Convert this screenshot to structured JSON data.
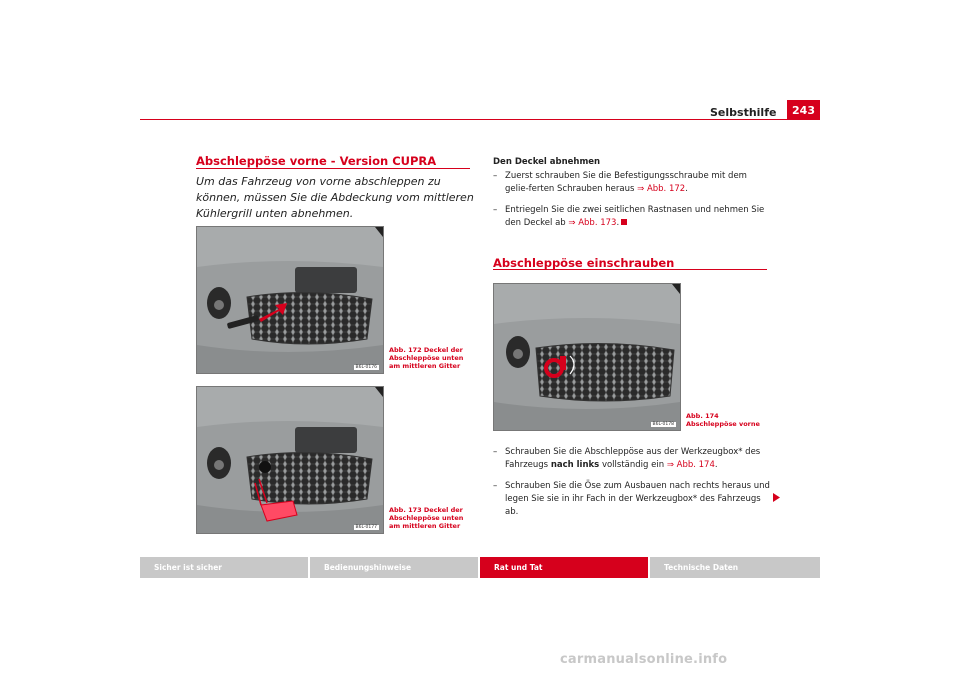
{
  "header": {
    "title": "Selbsthilfe",
    "page_number": "243"
  },
  "section1": {
    "heading": "Abschleppöse vorne - Version CUPRA",
    "lead": "Um das Fahrzeug von vorne abschleppen zu können, müssen Sie die Abdeckung vom mittleren Kühlergrill unten abnehmen."
  },
  "figures": {
    "fig172": {
      "caption": "Abb. 172   Deckel der Abschleppöse unten am mittleren Gitter",
      "code": "B6L-0176"
    },
    "fig173": {
      "caption": "Abb. 173   Deckel der Abschleppöse unten am mittleren Gitter",
      "code": "B6L-0177"
    },
    "fig174": {
      "caption": "Abb. 174   Abschleppöse vorne",
      "code": "B6L-0178"
    }
  },
  "section_right": {
    "subheading": "Den Deckel abnehmen",
    "step1_text": "Zuerst schrauben Sie die Befestigungsschraube mit dem gelie-ferten Schrauben heraus",
    "step1_ref": "⇒ Abb. 172",
    "step2_text": "Entriegeln Sie die zwei seitlichen Rastnasen und nehmen Sie den Deckel ab",
    "step2_ref": "⇒ Abb. 173"
  },
  "section2": {
    "heading": "Abschleppöse einschrauben",
    "step1_pre": "Schrauben Sie die Abschleppöse aus der Werkzeugbox* des Fahrzeugs",
    "step1_bold": "nach links",
    "step1_post": "vollständig ein",
    "step1_ref": "⇒ Abb. 174",
    "step2_text": "Schrauben Sie die Öse zum Ausbauen nach rechts heraus und legen Sie sie in ihr Fach in der Werkzeugbox* des Fahrzeugs ab."
  },
  "footer": {
    "tabs": [
      "Sicher ist sicher",
      "Bedienungshinweise",
      "Rat und Tat",
      "Technische Daten"
    ],
    "active_index": 2
  },
  "watermark": "carmanualsonline.info",
  "colors": {
    "accent": "#d6001c",
    "footer_gray": "#c8c8c8"
  }
}
